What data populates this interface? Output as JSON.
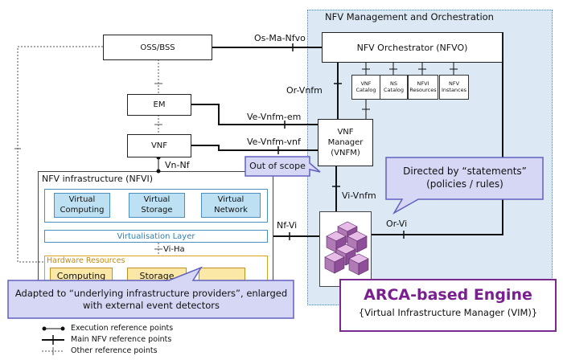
{
  "nfv_mano": {
    "title": "NFV Management and Orchestration"
  },
  "nodes": {
    "oss_bss": "OSS/BSS",
    "nfvo": "NFV Orchestrator (NFVO)",
    "em": "EM",
    "vnf": "VNF",
    "vnfm": "VNF Manager (VNFM)"
  },
  "catalogs": [
    {
      "label": "VNF Catalog"
    },
    {
      "label": "NS Catalog"
    },
    {
      "label": "NFVI Resources"
    },
    {
      "label": "NFV Instances"
    }
  ],
  "reference_points": {
    "os_ma_nfvo": "Os-Ma-Nfvo",
    "or_vnfm": "Or-Vnfm",
    "ve_vnfm_em": "Ve-Vnfm-em",
    "ve_vnfm_vnf": "Ve-Vnfm-vnf",
    "vn_nf": "Vn-Nf",
    "vi_vnfm": "Vi-Vnfm",
    "nf_vi": "Nf-Vi",
    "or_vi": "Or-Vi",
    "vi_ha": "Vi-Ha"
  },
  "nfvi": {
    "title": "NFV infrastructure (NFVI)",
    "virtual": [
      {
        "label": "Virtual Computing"
      },
      {
        "label": "Virtual Storage"
      },
      {
        "label": "Virtual Network"
      }
    ],
    "virtualisation_layer": "Virtualisation Layer",
    "hardware_resources": "Hardware Resources",
    "hardware": [
      {
        "label": "Computing"
      },
      {
        "label": "Storage"
      }
    ]
  },
  "callouts": {
    "out_of_scope": "Out of scope",
    "directed": "Directed by “statements” (policies / rules)",
    "adapted": "Adapted to “underlying infrastructure providers”, enlarged with external event detectors"
  },
  "arca": {
    "title": "ARCA-based Engine",
    "subtitle": "{Virtual Infrastructure Manager (VIM)}"
  },
  "legend": [
    {
      "label": "Execution reference points"
    },
    {
      "label": "Main NFV reference points"
    },
    {
      "label": "Other reference points"
    }
  ],
  "colors": {
    "mano_bg": "#dce8f4",
    "virtual_box": "#bde1f3",
    "hardware_box": "#fbe7a6",
    "callout_fill": "#d6d6f5",
    "callout_border": "#6060c0",
    "arca_border": "#7a2a8a",
    "arca_title": "#7a1f8f"
  },
  "icons": {
    "vim_engine": "purple-cube-cluster-icon"
  }
}
